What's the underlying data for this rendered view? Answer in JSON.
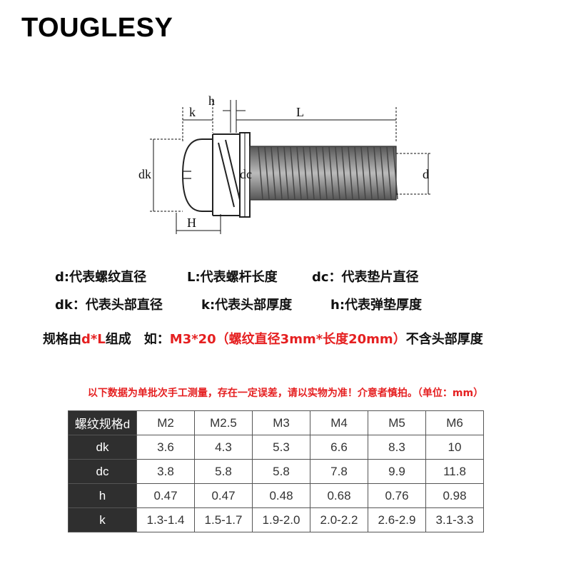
{
  "brand": "TOUGLESY",
  "diagram": {
    "labels": {
      "h": "h",
      "k": "k",
      "L": "L",
      "dk": "dk",
      "dc": "dc",
      "d": "d",
      "H": "H"
    }
  },
  "definitions": [
    "d:代表螺纹直径",
    "L:代表螺杆长度",
    "dc：代表垫片直径",
    "dk：代表头部直径",
    "k:代表头部厚度",
    "h:代表弹垫厚度"
  ],
  "example": {
    "prefix": "规格由",
    "formula": "d*L",
    "middle": "组成　如：",
    "sample": "M3*20（螺纹直径3mm*长度20mm）",
    "suffix": "不含头部厚度"
  },
  "note": "以下数据为单批次手工测量，存在一定误差，请以实物为准！介意者慎拍。（单位：mm）",
  "table": {
    "header_label": "螺纹规格d",
    "sizes": [
      "M2",
      "M2.5",
      "M3",
      "M4",
      "M5",
      "M6"
    ],
    "rows": [
      {
        "label": "dk",
        "values": [
          "3.6",
          "4.3",
          "5.3",
          "6.6",
          "8.3",
          "10"
        ]
      },
      {
        "label": "dc",
        "values": [
          "3.8",
          "5.8",
          "5.8",
          "7.8",
          "9.9",
          "11.8"
        ]
      },
      {
        "label": "h",
        "values": [
          "0.47",
          "0.47",
          "0.48",
          "0.68",
          "0.76",
          "0.98"
        ]
      },
      {
        "label": "k",
        "values": [
          "1.3-1.4",
          "1.5-1.7",
          "1.9-2.0",
          "2.0-2.2",
          "2.6-2.9",
          "3.1-3.3"
        ]
      }
    ]
  }
}
